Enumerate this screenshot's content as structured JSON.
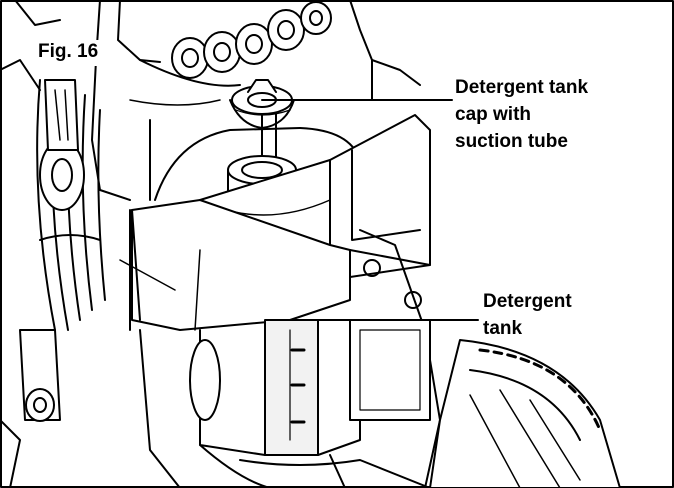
{
  "figure": {
    "label": "Fig. 16"
  },
  "callouts": [
    {
      "lines": [
        "Detergent tank",
        "cap with",
        "suction tube"
      ]
    },
    {
      "lines": [
        "Detergent",
        "tank"
      ]
    }
  ],
  "colors": {
    "line": "#000000",
    "shade": "#bdbdbd",
    "light": "#e6e6e6",
    "background": "#ffffff"
  }
}
